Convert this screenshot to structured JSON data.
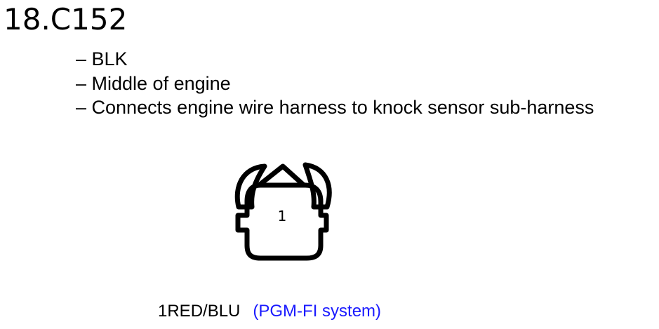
{
  "heading": "18.C152",
  "details": [
    "– BLK",
    "– Middle of engine",
    "– Connects engine wire harness to knock sensor sub-harness"
  ],
  "connector": {
    "stroke_color": "#000000",
    "pins": [
      {
        "label": "1"
      }
    ]
  },
  "wiring": [
    {
      "wire": "1RED/BLU",
      "system": "(PGM-FI system)",
      "system_color": "#1a1aff"
    }
  ]
}
